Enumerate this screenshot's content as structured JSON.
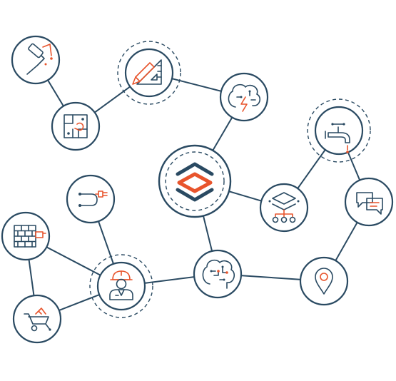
{
  "colors": {
    "primary": "#2a4a62",
    "accent": "#e8542c",
    "background": "#ffffff"
  },
  "nodes": [
    {
      "id": "paint-roller",
      "icon": "paint-roller-icon",
      "dashed": false
    },
    {
      "id": "floor-plan",
      "icon": "floor-plan-icon",
      "dashed": false
    },
    {
      "id": "design-tools",
      "icon": "ruler-pencil-icon",
      "dashed": true
    },
    {
      "id": "brain-bolt",
      "icon": "brain-lightning-icon",
      "dashed": false
    },
    {
      "id": "hub",
      "icon": "layers-logo-icon",
      "dashed": true
    },
    {
      "id": "faucet",
      "icon": "faucet-icon",
      "dashed": true
    },
    {
      "id": "layers-network",
      "icon": "layers-network-icon",
      "dashed": false
    },
    {
      "id": "chat",
      "icon": "chat-bubbles-icon",
      "dashed": false
    },
    {
      "id": "power-plug",
      "icon": "power-plug-icon",
      "dashed": false
    },
    {
      "id": "brick-wall",
      "icon": "brick-wall-icon",
      "dashed": false
    },
    {
      "id": "worker",
      "icon": "construction-worker-icon",
      "dashed": true
    },
    {
      "id": "ai-brain",
      "icon": "circuit-brain-icon",
      "dashed": false
    },
    {
      "id": "location",
      "icon": "location-pin-icon",
      "dashed": false
    },
    {
      "id": "wheelbarrow",
      "icon": "wheelbarrow-icon",
      "dashed": false
    }
  ],
  "edges": [
    [
      "paint-roller",
      "floor-plan"
    ],
    [
      "floor-plan",
      "design-tools"
    ],
    [
      "design-tools",
      "brain-bolt"
    ],
    [
      "brain-bolt",
      "hub"
    ],
    [
      "hub",
      "layers-network"
    ],
    [
      "layers-network",
      "faucet"
    ],
    [
      "chat",
      "faucet"
    ],
    [
      "chat",
      "location"
    ],
    [
      "location",
      "ai-brain"
    ],
    [
      "ai-brain",
      "hub"
    ],
    [
      "ai-brain",
      "worker"
    ],
    [
      "worker",
      "power-plug"
    ],
    [
      "worker",
      "brick-wall"
    ],
    [
      "worker",
      "wheelbarrow"
    ],
    [
      "brick-wall",
      "wheelbarrow"
    ]
  ]
}
